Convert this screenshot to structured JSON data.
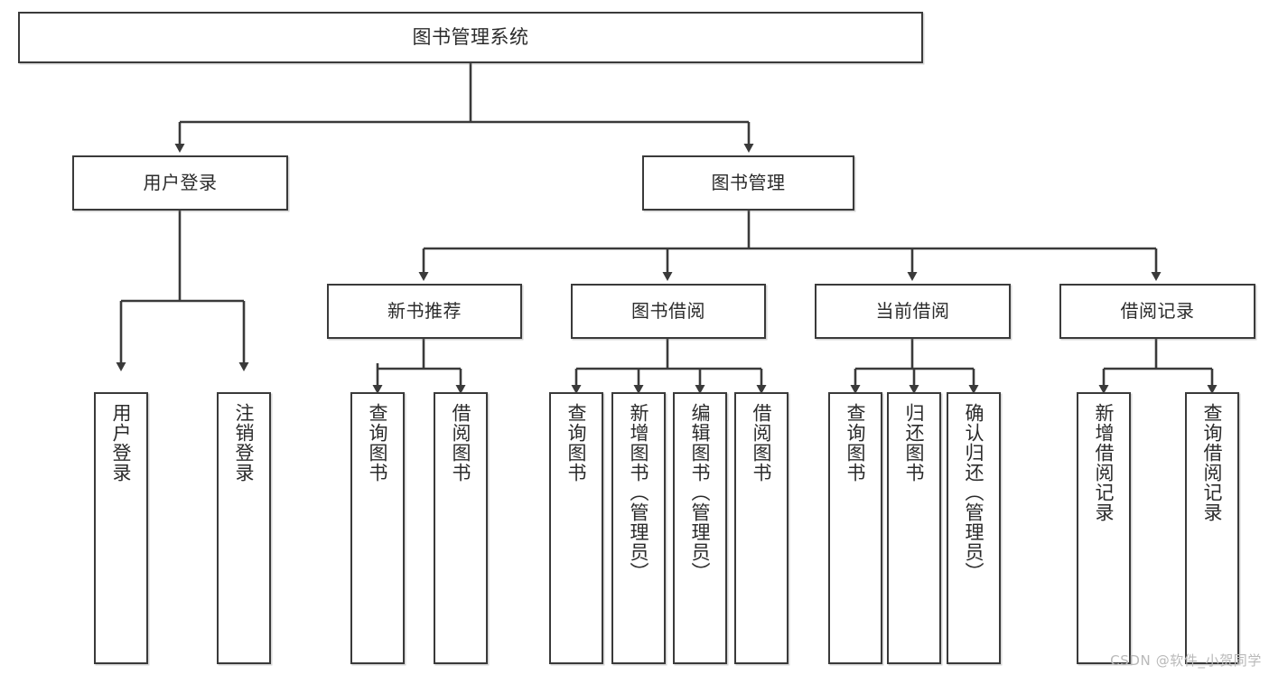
{
  "diagram": {
    "title": "图书管理系统",
    "type": "hierarchy-tree",
    "colors": {
      "background": "#ffffff",
      "box_border": "#3a3a3a",
      "box_fill": "#ffffff",
      "text": "#2b2b2b",
      "connector": "#3a3a3a",
      "watermark": "#b9b9b9"
    },
    "root": {
      "label": "图书管理系统"
    },
    "level2": [
      {
        "key": "user_login",
        "label": "用户登录"
      },
      {
        "key": "book_manage",
        "label": "图书管理"
      }
    ],
    "level3": [
      {
        "key": "new_book_rec",
        "label": "新书推荐"
      },
      {
        "key": "book_borrow",
        "label": "图书借阅"
      },
      {
        "key": "current_borrow",
        "label": "当前借阅"
      },
      {
        "key": "borrow_record",
        "label": "借阅记录"
      }
    ],
    "leaves": {
      "user_login": [
        {
          "label": "用户登录"
        },
        {
          "label": "注销登录"
        }
      ],
      "new_book_rec": [
        {
          "label": "查询图书"
        },
        {
          "label": "借阅图书"
        }
      ],
      "book_borrow": [
        {
          "label": "查询图书"
        },
        {
          "label": "新增图书（管理员）"
        },
        {
          "label": "编辑图书（管理员）"
        },
        {
          "label": "借阅图书"
        }
      ],
      "current_borrow": [
        {
          "label": "查询图书"
        },
        {
          "label": "归还图书"
        },
        {
          "label": "确认归还（管理员）"
        }
      ],
      "borrow_record": [
        {
          "label": "新增借阅记录"
        },
        {
          "label": "查询借阅记录"
        }
      ]
    },
    "watermark": "CSDN @软件_小贺同学"
  }
}
